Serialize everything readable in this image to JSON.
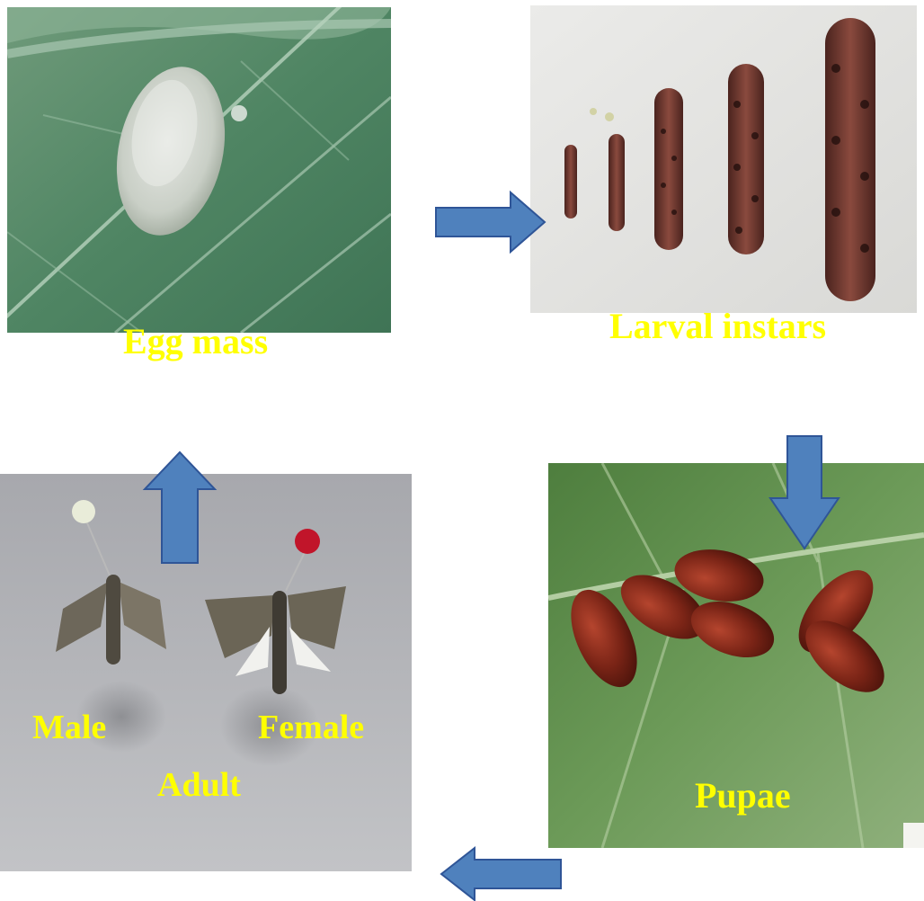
{
  "labels": {
    "egg": "Egg mass",
    "larva": "Larval instars",
    "pupae": "Pupae",
    "male": "Male",
    "female": "Female",
    "adult": "Adult"
  },
  "colors": {
    "label": "#ffff00",
    "arrow_fill": "#4f81bd",
    "arrow_stroke": "#2f5597"
  },
  "arrows": [
    {
      "name": "arrow-egg-to-larva",
      "direction": "right"
    },
    {
      "name": "arrow-larva-to-pupae",
      "direction": "down"
    },
    {
      "name": "arrow-pupae-to-adult",
      "direction": "left"
    },
    {
      "name": "arrow-adult-to-egg",
      "direction": "up"
    }
  ]
}
